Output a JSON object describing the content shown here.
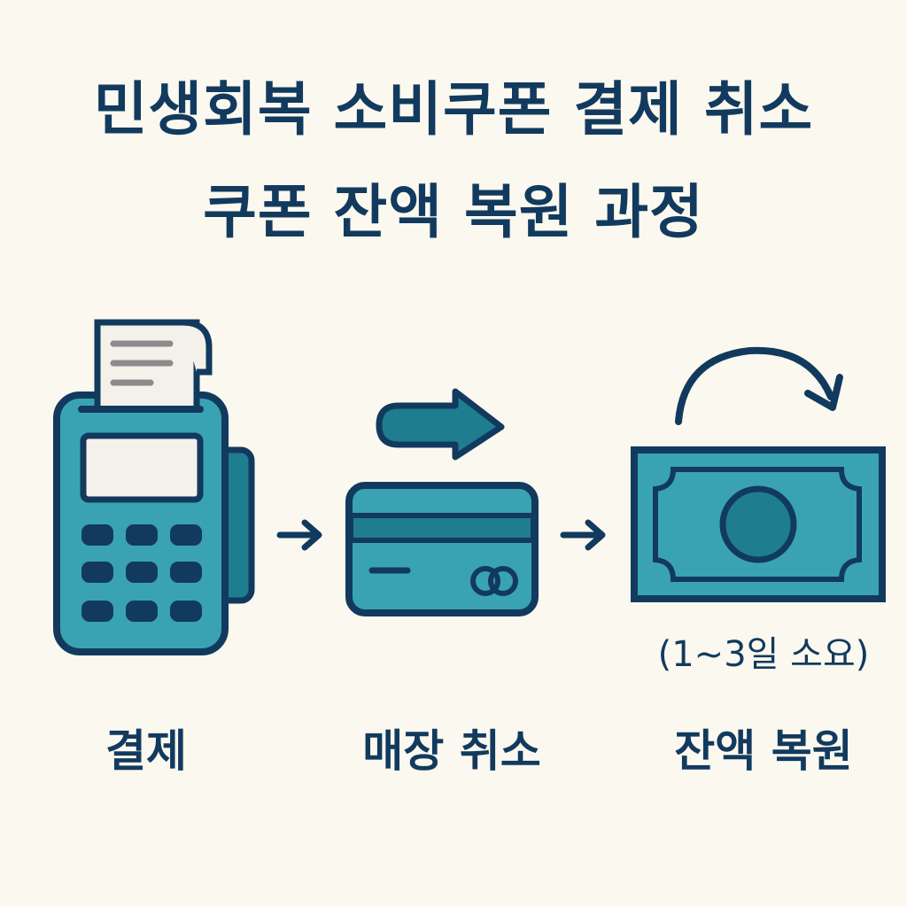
{
  "title": {
    "line1": "민생회복 소비쿠폰 결제 취소",
    "line2": "쿠폰 잔액 복원 과정"
  },
  "steps": [
    {
      "label": "결제",
      "icon": "card-terminal-icon"
    },
    {
      "label": "매장 취소",
      "icon": "credit-card-icon"
    },
    {
      "label": "잔액 복원",
      "icon": "banknote-icon",
      "note": "(1~3일 소요)"
    }
  ],
  "colors": {
    "background": "#fbf8ef",
    "navy": "#123a5e",
    "teal": "#3aa3b3",
    "teal_dark": "#1e7d8f",
    "paper": "#f3f1ea",
    "gray": "#8b8b8b"
  }
}
